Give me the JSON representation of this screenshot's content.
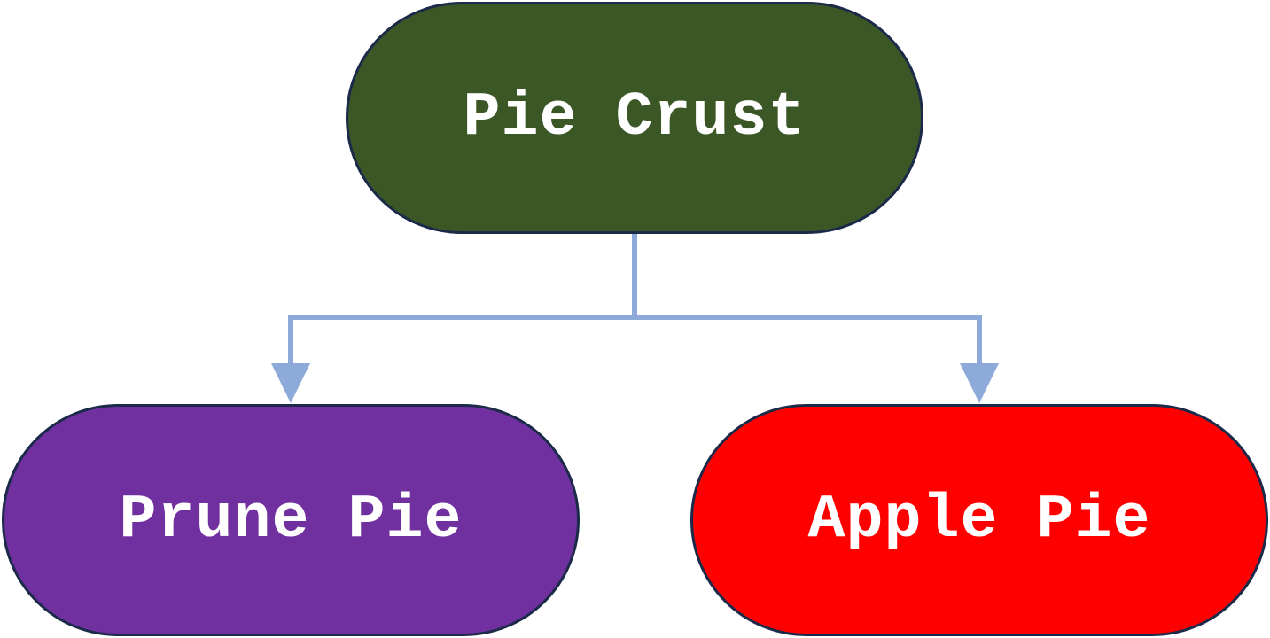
{
  "diagram": {
    "root": {
      "label": "Pie Crust",
      "color": "#3c5726"
    },
    "children": [
      {
        "label": "Prune Pie",
        "color": "#7030a0"
      },
      {
        "label": "Apple Pie",
        "color": "#ff0000"
      }
    ],
    "connector_color": "#8eaadb",
    "border_color": "#1c2a4a"
  }
}
